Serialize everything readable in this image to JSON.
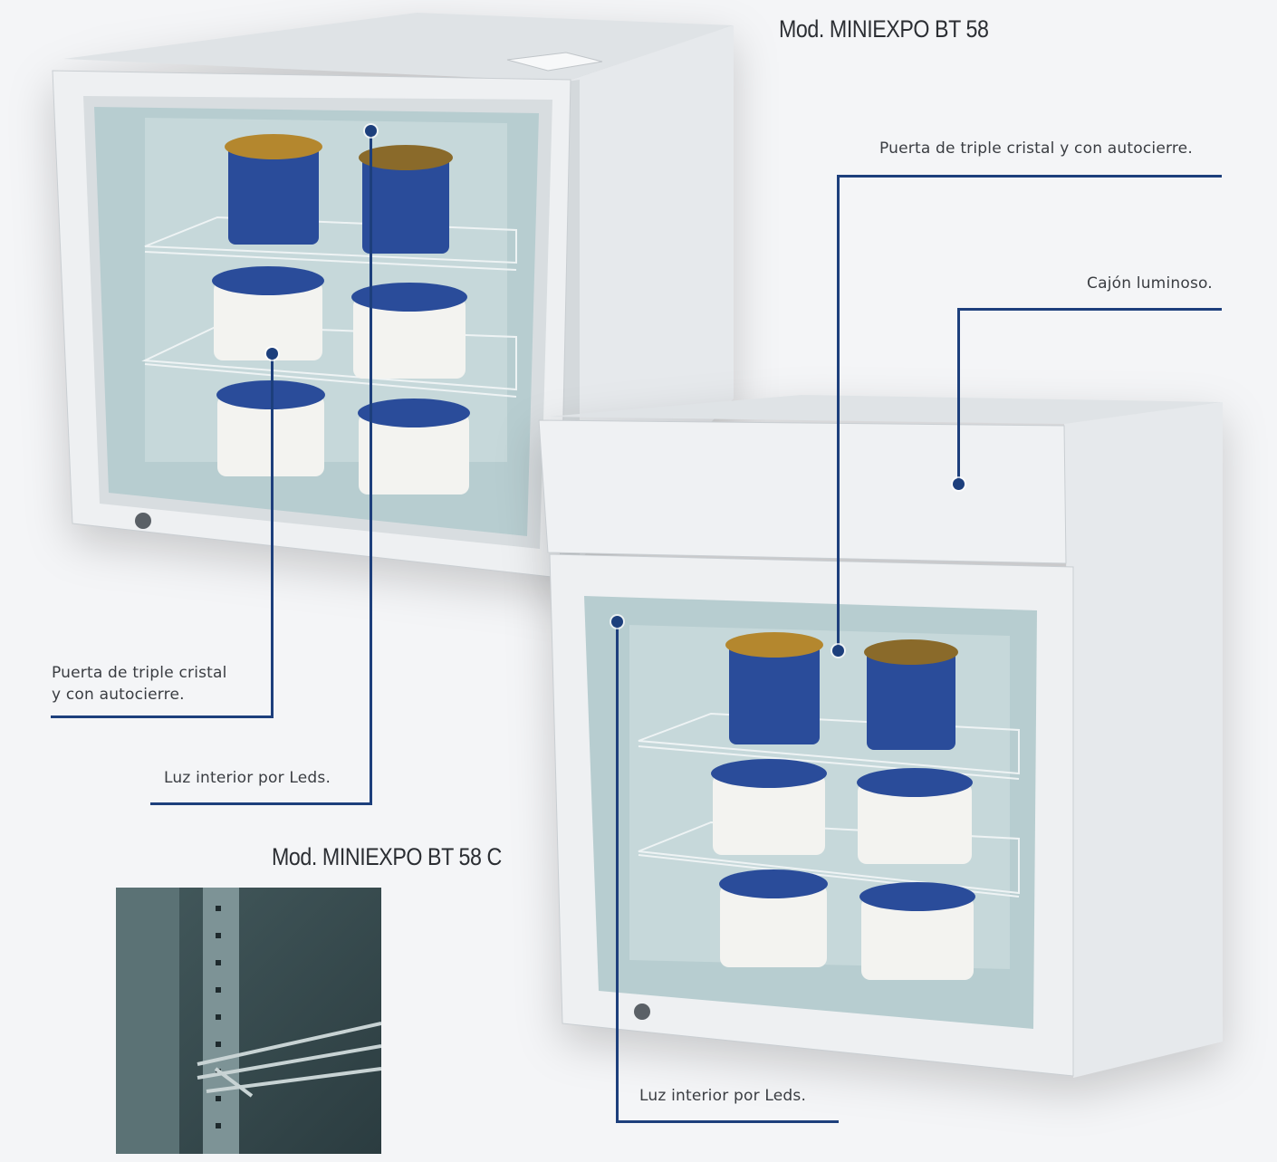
{
  "titles": {
    "model_bt58": "Mod. MINIEXPO BT 58",
    "model_bt58c": "Mod. MINIEXPO BT 58 C"
  },
  "callouts": {
    "left_door_line1": "Puerta de triple cristal",
    "left_door_line2": "y con autocierre.",
    "left_leds": "Luz interior por Leds.",
    "right_door": "Puerta de triple cristal y con autocierre.",
    "right_drawer": "Cajón luminoso.",
    "right_leds": "Luz interior por Leds."
  },
  "colors": {
    "accent": "#1d3f7c",
    "background": "#f4f5f7",
    "cabinet": "#e9ecef",
    "glass": "#b8cfd2"
  },
  "product_images": [
    {
      "icon": "display-freezer-photo",
      "model": "MINIEXPO BT 58"
    },
    {
      "icon": "display-freezer-with-light-box-photo",
      "model": "MINIEXPO BT 58 C"
    },
    {
      "icon": "interior-shelf-detail-photo"
    }
  ]
}
